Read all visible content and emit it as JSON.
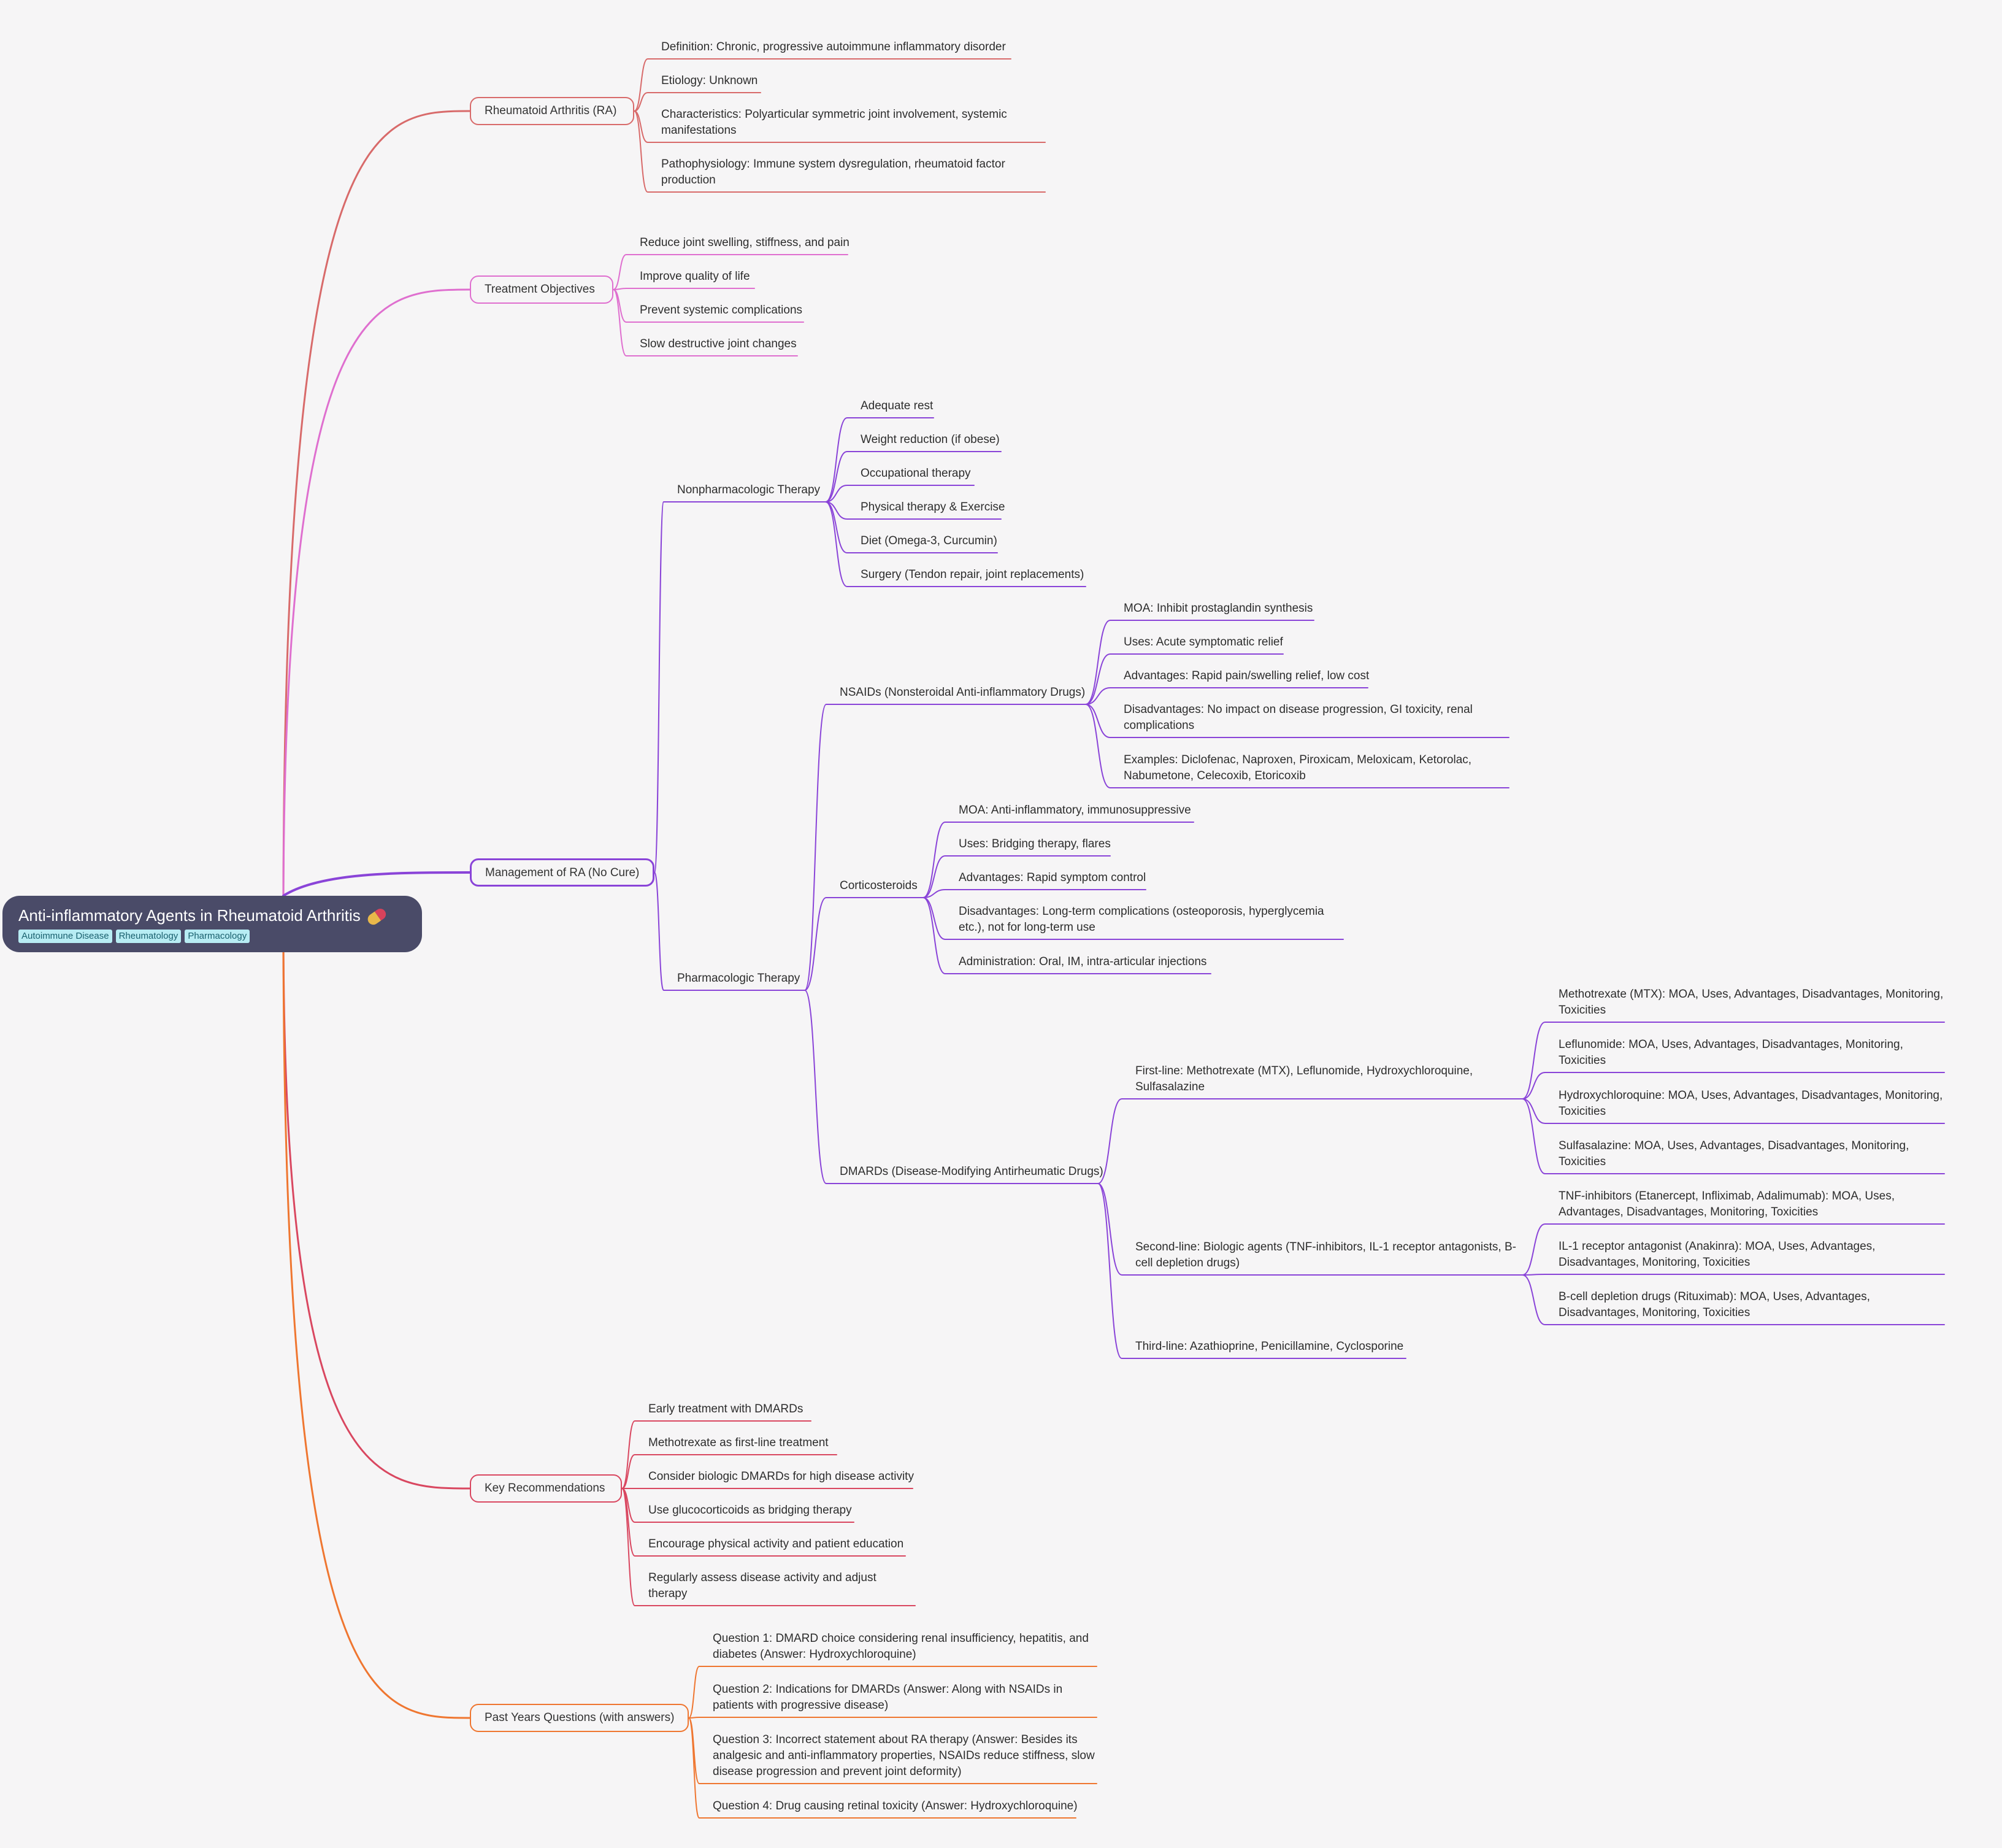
{
  "root": {
    "title": "Anti-inflammatory Agents in Rheumatoid Arthritis",
    "icon": "pill-icon",
    "tags": [
      "Autoimmune Disease",
      "Rheumatology",
      "Pharmacology"
    ]
  },
  "colors": {
    "background": "#f6f5f6",
    "root": "#4a4b68",
    "branch_ra": "#d86a6a",
    "branch_objectives": "#df6fcf",
    "branch_management": "#8a44d8",
    "branch_recommendations": "#d94760",
    "branch_questions": "#ef7630"
  },
  "ra": {
    "label": "Rheumatoid Arthritis (RA)",
    "items": [
      "Definition: Chronic, progressive autoimmune inflammatory disorder",
      "Etiology: Unknown",
      "Characteristics: Polyarticular symmetric joint involvement, systemic manifestations",
      "Pathophysiology: Immune system dysregulation, rheumatoid factor production"
    ]
  },
  "objectives": {
    "label": "Treatment Objectives",
    "items": [
      "Reduce joint swelling, stiffness, and pain",
      "Improve quality of life",
      "Prevent systemic complications",
      "Slow destructive joint changes"
    ]
  },
  "management": {
    "label": "Management of RA (No Cure)",
    "nonpharm": {
      "label": "Nonpharmacologic Therapy",
      "items": [
        "Adequate rest",
        "Weight reduction (if obese)",
        "Occupational therapy",
        "Physical therapy & Exercise",
        "Diet (Omega-3, Curcumin)",
        "Surgery (Tendon repair, joint replacements)"
      ]
    },
    "pharm": {
      "label": "Pharmacologic Therapy",
      "nsaids": {
        "label": "NSAIDs (Nonsteroidal Anti-inflammatory Drugs)",
        "items": [
          "MOA: Inhibit prostaglandin synthesis",
          "Uses: Acute symptomatic relief",
          "Advantages: Rapid pain/swelling relief, low cost",
          "Disadvantages: No impact on disease progression, GI toxicity, renal complications",
          "Examples: Diclofenac, Naproxen, Piroxicam, Meloxicam, Ketorolac, Nabumetone, Celecoxib, Etoricoxib"
        ]
      },
      "cortico": {
        "label": "Corticosteroids",
        "items": [
          "MOA: Anti-inflammatory, immunosuppressive",
          "Uses: Bridging therapy, flares",
          "Advantages: Rapid symptom control",
          "Disadvantages: Long-term complications (osteoporosis, hyperglycemia etc.), not for long-term use",
          "Administration: Oral, IM, intra-articular injections"
        ]
      },
      "dmards": {
        "label": "DMARDs (Disease-Modifying Antirheumatic Drugs)",
        "first": {
          "label": "First-line: Methotrexate (MTX), Leflunomide, Hydroxychloroquine, Sulfasalazine",
          "items": [
            "Methotrexate (MTX): MOA, Uses, Advantages, Disadvantages, Monitoring, Toxicities",
            "Leflunomide: MOA, Uses, Advantages, Disadvantages, Monitoring, Toxicities",
            "Hydroxychloroquine: MOA, Uses, Advantages, Disadvantages, Monitoring, Toxicities",
            "Sulfasalazine: MOA, Uses, Advantages, Disadvantages, Monitoring, Toxicities"
          ]
        },
        "second": {
          "label": "Second-line: Biologic agents (TNF-inhibitors, IL-1 receptor antagonists, B-cell depletion drugs)",
          "items": [
            "TNF-inhibitors (Etanercept, Infliximab, Adalimumab): MOA, Uses, Advantages, Disadvantages, Monitoring, Toxicities",
            "IL-1 receptor antagonist (Anakinra): MOA, Uses, Advantages, Disadvantages, Monitoring, Toxicities",
            "B-cell depletion drugs (Rituximab): MOA, Uses, Advantages, Disadvantages, Monitoring, Toxicities"
          ]
        },
        "third": {
          "label": "Third-line: Azathioprine, Penicillamine, Cyclosporine"
        }
      }
    }
  },
  "recommendations": {
    "label": "Key Recommendations",
    "items": [
      "Early treatment with DMARDs",
      "Methotrexate as first-line treatment",
      "Consider biologic DMARDs for high disease activity",
      "Use glucocorticoids as bridging therapy",
      "Encourage physical activity and patient education",
      "Regularly assess disease activity and adjust therapy"
    ]
  },
  "questions": {
    "label": "Past Years Questions (with answers)",
    "items": [
      "Question 1: DMARD choice considering renal insufficiency, hepatitis, and diabetes (Answer: Hydroxychloroquine)",
      "Question 2: Indications for DMARDs (Answer: Along with NSAIDs in patients with progressive disease)",
      "Question 3: Incorrect statement about RA therapy (Answer: Besides its analgesic and anti-inflammatory properties, NSAIDs reduce stiffness, slow disease progression and prevent joint deformity)",
      "Question 4: Drug causing retinal toxicity (Answer: Hydroxychloroquine)"
    ]
  }
}
